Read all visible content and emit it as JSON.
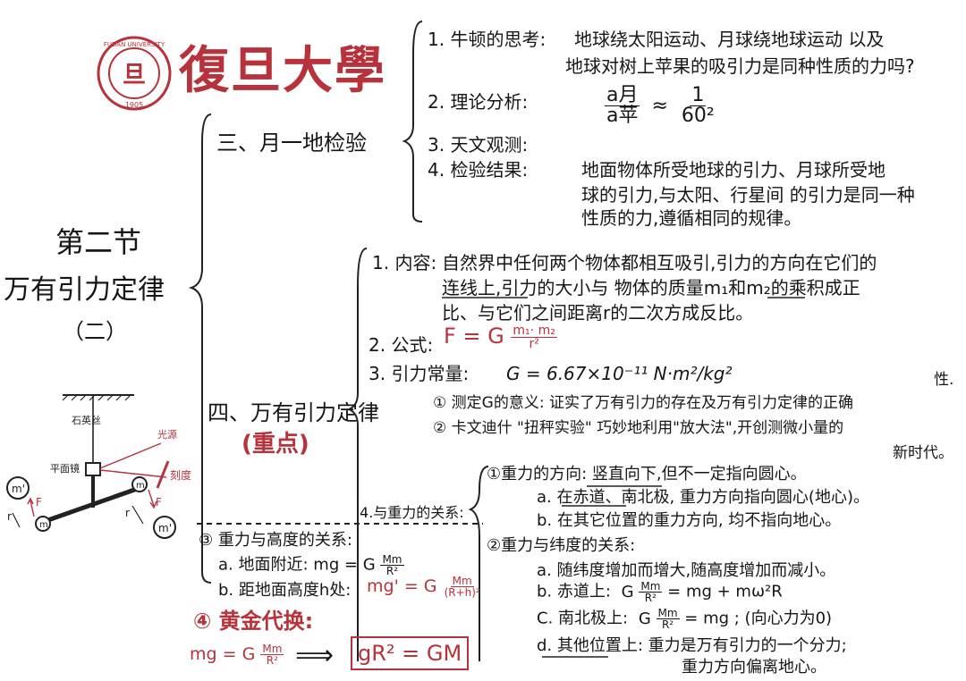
{
  "header": {
    "seal_text": "FUDAN UNIVERSITY 1905",
    "university_name": "復旦大學"
  },
  "chapter": {
    "line1": "第二节",
    "line2": "万有引力定律",
    "line3": "（二）"
  },
  "section3": {
    "title": "三、月一地检验",
    "items": {
      "i1_label": "1. 牛顿的思考:",
      "i1_line1": "地球绕太阳运动、月球绕地球运动 以及",
      "i1_line2": "地球对树上苹果的吸引力是同种性质的力吗?",
      "i2_label": "2. 理论分析:",
      "i2_num": "a月",
      "i2_den": "a苹",
      "i2_approx": "≈",
      "i2_rnum": "1",
      "i2_rden": "60²",
      "i3_label": "3. 天文观测:",
      "i4_label": "4. 检验结果:",
      "i4_line1": "地面物体所受地球的引力、月球所受地",
      "i4_line2": "球的引力,与太阳、行星间 的引力是同一种",
      "i4_line3": "性质的力,遵循相同的规律。"
    }
  },
  "section4": {
    "title": "四、万有引力定律",
    "subtitle": "(重点)",
    "content": {
      "label": "1. 内容:",
      "line1": "自然界中任何两个物体都相互吸引,引力的方向在它们的",
      "line2": "连线上,引力的大小与 物体的质量m₁和m₂的乘积成正",
      "line3": "比、与它们之间距离r的二次方成反比。"
    },
    "formula": {
      "label": "2. 公式:",
      "lhs": "F = G",
      "num": "m₁· m₂",
      "den": "r²"
    },
    "constant": {
      "label": "3. 引力常量:",
      "value": "G = 6.67×10⁻¹¹ N·m²/kg²",
      "note1": "① 测定G的意义: 证实了万有引力的存在及万有引力定律的正确",
      "note1_tail": "性.",
      "note2": "② 卡文迪什 \"扭秤实验\" 巧妙地利用\"放大法\",开创测微小量的",
      "note2_tail": "新时代。"
    },
    "gravity_relation": {
      "label": "4.与重力的关系:",
      "p1_title": "①重力的方向: 竖直向下,但不一定指向圆心。",
      "p1_a": "a. 在赤道、南北极, 重力方向指向圆心(地心)。",
      "p1_b": "b. 在其它位置的重力方向, 均不指向地心。",
      "p2_title": "②重力与纬度的关系:",
      "p2_a": "a. 随纬度增加而增大,随高度增加而减小。",
      "p2_b_label": "b. 赤道上:",
      "p2_b_G": "G",
      "p2_b_num": "Mm",
      "p2_b_den": "R²",
      "p2_b_rhs": "= mg + mω²R",
      "p2_c_label": "C. 南北极上:",
      "p2_c_G": "G",
      "p2_c_num": "Mm",
      "p2_c_den": "R²",
      "p2_c_rhs": "= mg ; (向心力为0)",
      "p2_d_line1": "d. 其他位置上: 重力是万有引力的一个分力;",
      "p2_d_line2": "重力方向偏离地心。"
    },
    "height": {
      "title": "③ 重力与高度的关系:",
      "a_label": "a. 地面附近:",
      "a_lhs": "mg = G",
      "a_num": "Mm",
      "a_den": "R²",
      "b_label": "b. 距地面高度h处:",
      "b_lhs": "mg' = G",
      "b_num": "Mm",
      "b_den": "(R+h)²"
    },
    "golden": {
      "title": "④ 黄金代换:",
      "lhs": "mg = G",
      "num": "Mm",
      "den": "R²",
      "arrow": "⟹",
      "result": "gR² = GM"
    }
  },
  "diagram": {
    "label_wire": "石英丝",
    "label_light": "光源",
    "label_mirror": "平面镜",
    "label_scale": "刻度",
    "mass_big_left": "m'",
    "mass_small_left": "m",
    "mass_small_right": "m",
    "mass_big_right": "m'",
    "force_F": "F",
    "dist_r": "r"
  },
  "colors": {
    "accent_red": "#b8323c",
    "ink": "#161616"
  }
}
